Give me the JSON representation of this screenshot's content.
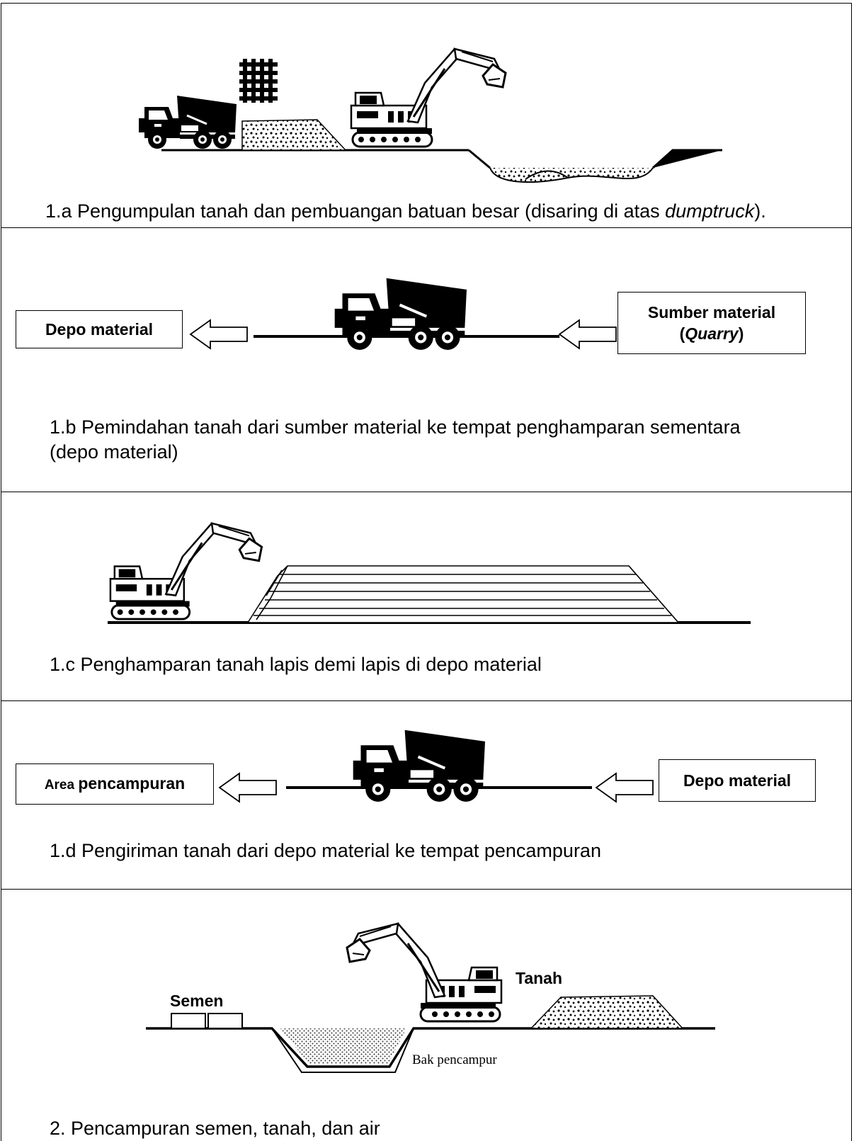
{
  "panels": [
    {
      "id": "1a",
      "caption_main": "1.a Pengumpulan tanah dan pembuangan batuan besar (disaring di atas ",
      "caption_em": "dumptruck",
      "caption_end": ")."
    },
    {
      "id": "1b",
      "left_box": "Depo material",
      "right_box_line1": "Sumber material",
      "right_box_paren_open": "(",
      "right_box_em": "Quarry",
      "right_box_paren_close": ")",
      "caption_line1": "1.b Pemindahan tanah dari sumber material ke tempat penghamparan sementara",
      "caption_line2": "(depo material)"
    },
    {
      "id": "1c",
      "caption": "1.c Penghamparan tanah lapis demi lapis di depo material"
    },
    {
      "id": "1d",
      "left_box_small": "Area ",
      "left_box_big": "pencampuran",
      "right_box": "Depo material",
      "caption": "1.d Pengiriman tanah dari depo material ke tempat pencampuran"
    },
    {
      "id": "2",
      "label_semen": "Semen",
      "label_tanah": "Tanah",
      "label_bak": "Bak pencampur",
      "caption": "2. Pencampuran semen, tanah, dan air"
    }
  ],
  "icons": {
    "truck": "dump-truck-icon",
    "excavator": "excavator-icon",
    "arrow": "left-arrow-icon",
    "sieve": "sieve-grid-icon"
  }
}
